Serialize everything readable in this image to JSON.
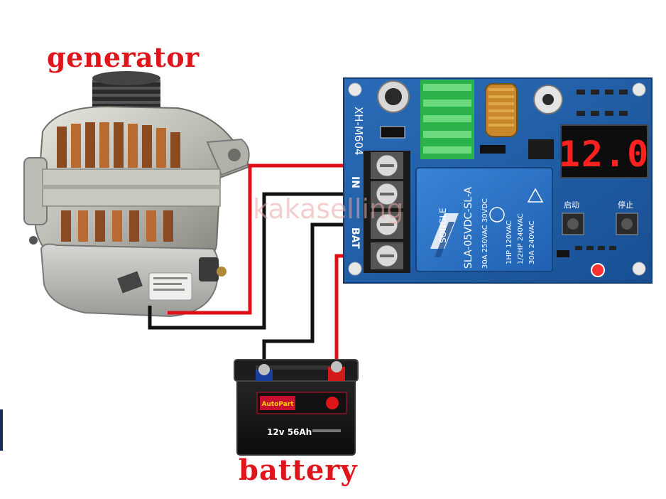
{
  "labels": {
    "generator": "generator",
    "battery": "battery",
    "watermark": "kakaselling"
  },
  "board": {
    "model": "XH-M604",
    "display_value": "12.0",
    "terminal_in": "IN",
    "terminal_bat": "BAT",
    "relay_brand": "SONGLE",
    "relay_model": "SLA-05VDC-SL-A",
    "relay_spec_1": "30A 250VAC 30VDC",
    "relay_spec_2": "1HP 120VAC",
    "relay_spec_3": "1/2HP 240VAC",
    "relay_spec_4": "30A 240VAC",
    "button_start": "启动",
    "button_stop": "停止"
  },
  "battery": {
    "brand_left": "AutoPart",
    "spec": "12v 56Ah"
  },
  "colors": {
    "label_red": "#e0141b",
    "wire_red": "#e01018",
    "wire_black": "#111111",
    "board_blue": "#1f5fa8",
    "display_red": "#ff2020"
  }
}
